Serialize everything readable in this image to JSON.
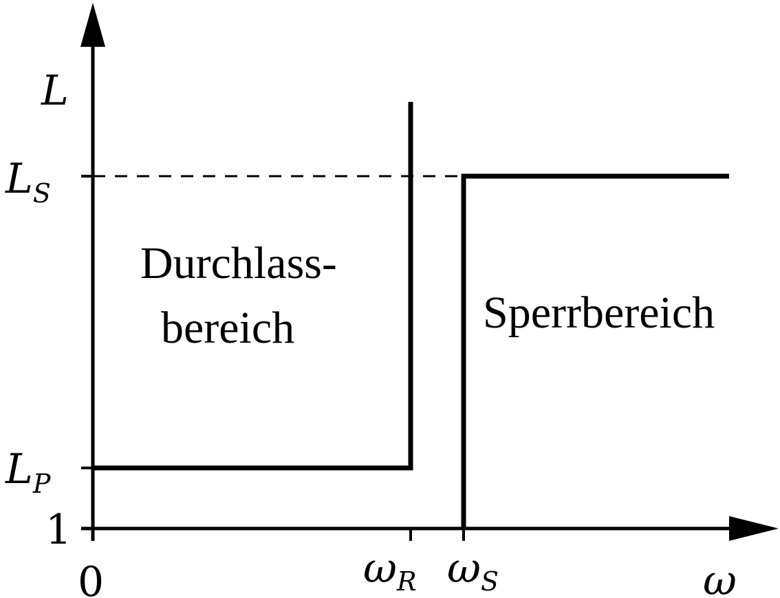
{
  "axes": {
    "y_label": {
      "main": "L",
      "sub": ""
    },
    "x_label": "ω"
  },
  "y_ticks": [
    {
      "main": "L",
      "sub": "S"
    },
    {
      "main": "L",
      "sub": "P"
    },
    {
      "main": "1",
      "sub": ""
    }
  ],
  "x_ticks": [
    {
      "main": "0",
      "sub": ""
    },
    {
      "main": "ω",
      "sub": "R"
    },
    {
      "main": "ω",
      "sub": "S"
    }
  ],
  "regions": {
    "passband_line1": "Durchlass-",
    "passband_line2": "bereich",
    "stopband": "Sperrbereich"
  }
}
